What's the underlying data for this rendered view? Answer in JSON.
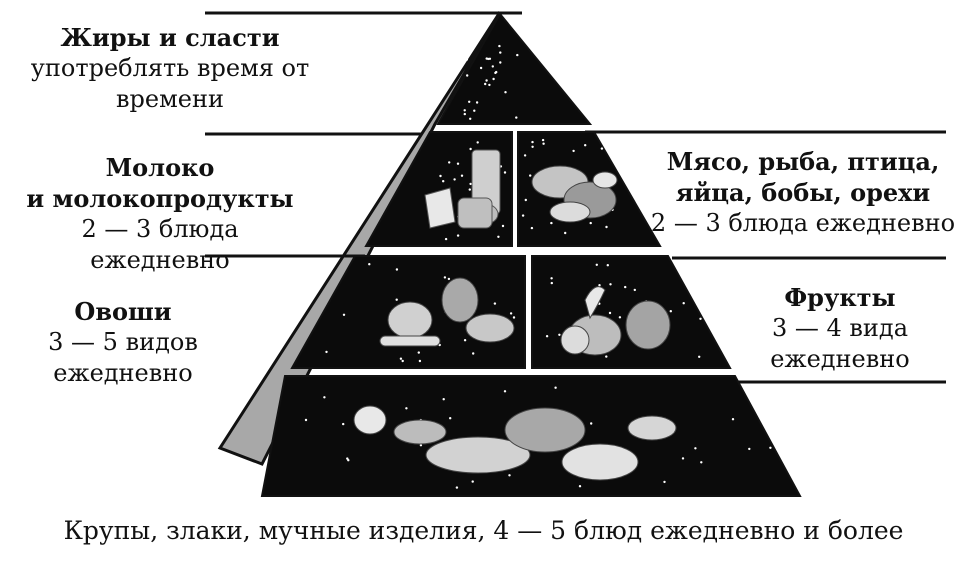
{
  "tiers": {
    "fats": {
      "title": "Жиры и сласти",
      "line1": "употреблять время от",
      "line2": "времени"
    },
    "milk": {
      "title1": "Молоко",
      "title2": "и молокопродукты",
      "servings": "2 — 3 блюда ежедневно"
    },
    "meat": {
      "title1": "Мясо, рыба, птица,",
      "title2": "яйца, бобы, орехи",
      "servings": "2 — 3 блюда ежедневно"
    },
    "veg": {
      "title": "Овоши",
      "line1": "3 — 5 видов",
      "line2": "ежедневно"
    },
    "fruit": {
      "title": "Фрукты",
      "line1": "3 — 4 вида",
      "line2": "ежедневно"
    },
    "grains": {
      "caption": "Крупы, злаки, мучные изделия, 4 — 5 блюд ежедневно и более"
    }
  },
  "colors": {
    "panel": "#0b0b0b",
    "side": "#a8a8a8",
    "outline": "#111111",
    "food": "#d8d8d8"
  }
}
